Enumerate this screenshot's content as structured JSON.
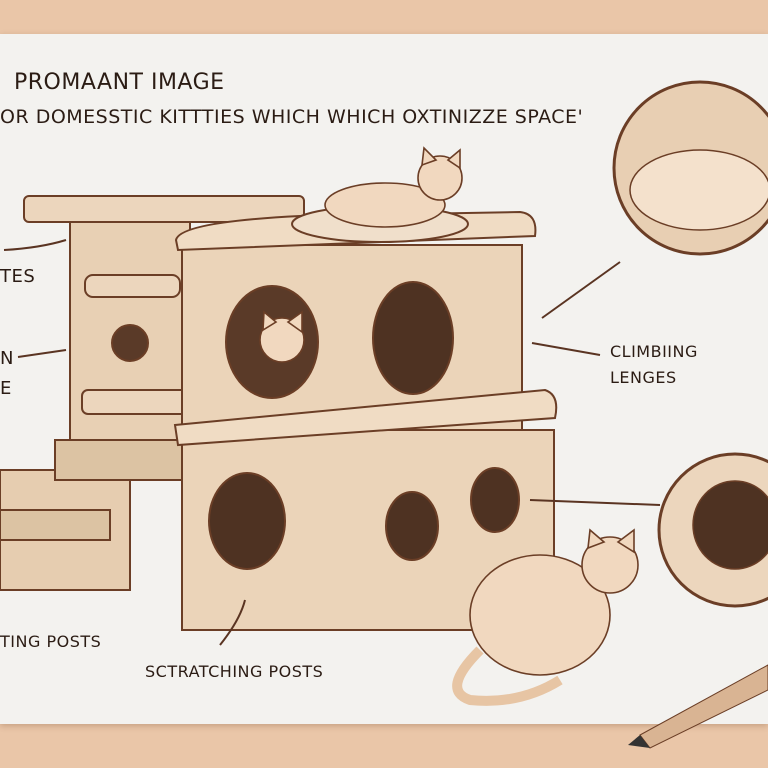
{
  "title": "PROMAANT IMAGE",
  "subtitle": "OR DOMESSTIC KITTTIES WHICH WHICH OXTINIZZE SPACE'",
  "labels": {
    "left_top": "TES",
    "left_mid_1": "N",
    "left_mid_2": "E",
    "climbing": [
      "CLIMBIING",
      "LENGES"
    ],
    "left_bottom": "TING POSTS",
    "bottom": "SCTRATCHING POSTS"
  },
  "colors": {
    "background": "#eac6a8",
    "paper": "#f3f2ef",
    "wood": "#ecd6bd",
    "ink": "#5a3422"
  }
}
